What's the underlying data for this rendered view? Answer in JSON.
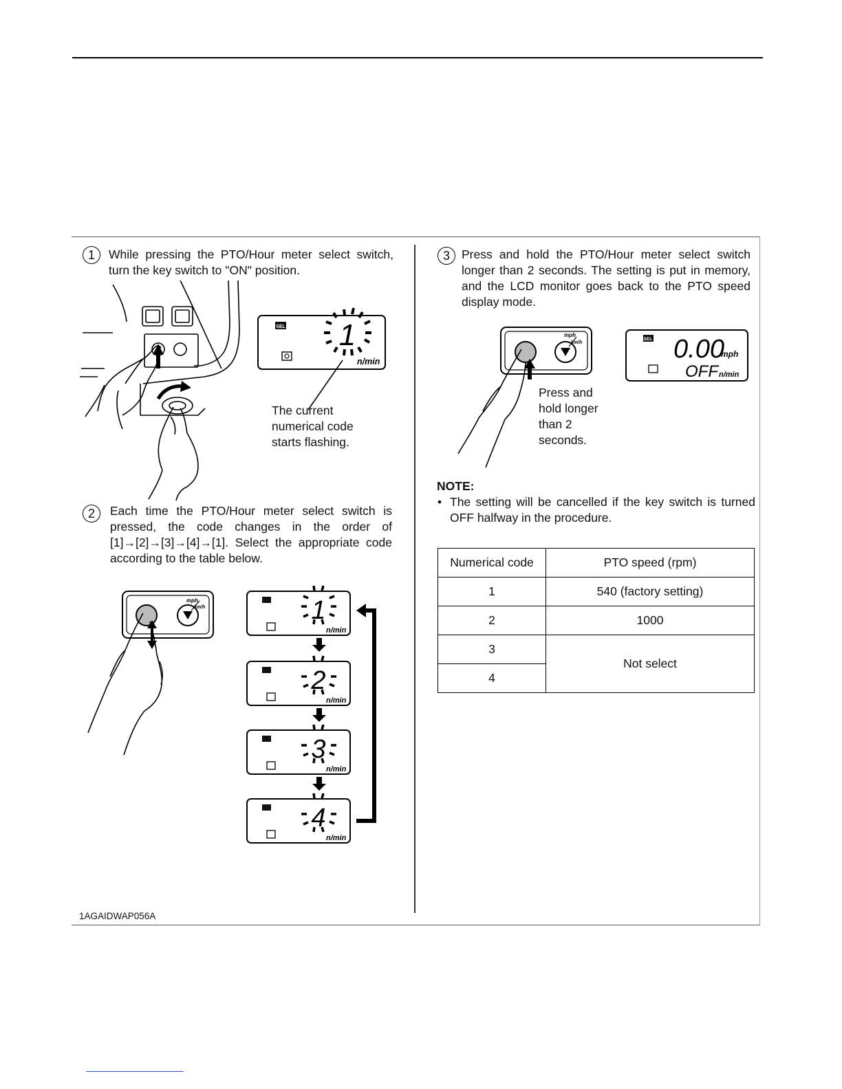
{
  "figure_id": "1AGAIDWAP056A",
  "steps": [
    {
      "num": "1",
      "text": "While pressing the PTO/Hour meter select switch, turn the key switch to \"ON\" position."
    },
    {
      "num": "2",
      "text": "Each time the PTO/Hour meter select switch is pressed, the code changes in the order of [1]→[2]→[3]→[4]→[1]. Select the appropriate code according to the table below."
    },
    {
      "num": "3",
      "text": "Press and hold the PTO/Hour meter select switch longer than 2 seconds. The setting is put in memory, and the LCD monitor goes back to the PTO speed display mode."
    }
  ],
  "callouts": {
    "flashing": [
      "The current",
      "numerical code",
      "starts flashing."
    ],
    "press_hold": [
      "Press and",
      "hold longer",
      "than 2",
      "seconds."
    ]
  },
  "note": {
    "title": "NOTE:",
    "items": [
      "The setting will be cancelled if the key switch is turned OFF halfway in the procedure."
    ]
  },
  "lcd": {
    "sel": "SEL",
    "unit_pto": "n/min",
    "unit_speed": "mph",
    "unit_kmh": "km/h",
    "codes": [
      "1",
      "2",
      "3",
      "4"
    ],
    "final_speed": "0.00",
    "final_pto": "OFF"
  },
  "table": {
    "headers": [
      "Numerical code",
      "PTO speed (rpm)"
    ],
    "rows": [
      {
        "code": "1",
        "speed": "540 (factory setting)"
      },
      {
        "code": "2",
        "speed": "1000"
      },
      {
        "code": "3",
        "speed": "Not select"
      },
      {
        "code": "4",
        "speed": ""
      }
    ]
  }
}
